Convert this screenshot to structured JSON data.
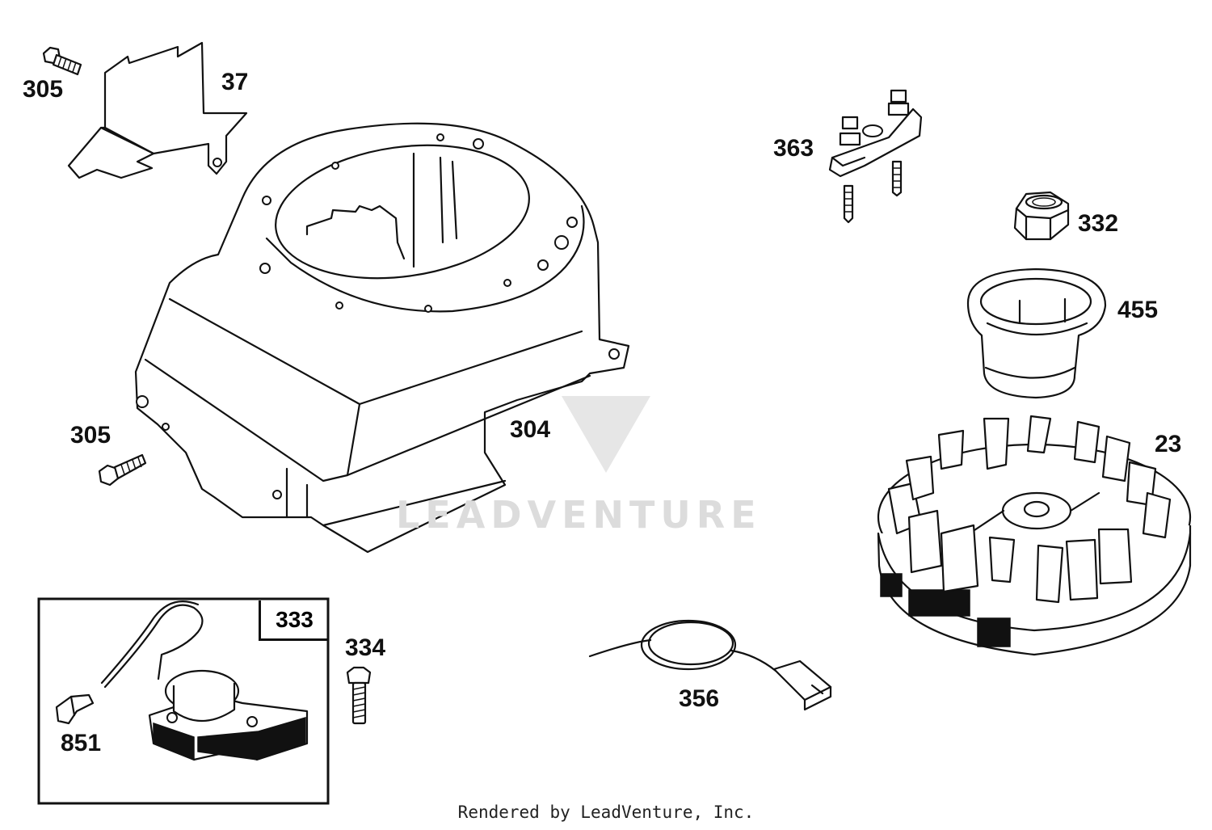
{
  "watermark": "LEADVENTURE",
  "footer": "Rendered by LeadVenture, Inc.",
  "part_labels": {
    "p305_top": "305",
    "p37": "37",
    "p305_left": "305",
    "p304": "304",
    "p363": "363",
    "p332": "332",
    "p455": "455",
    "p23": "23",
    "p333": "333",
    "p334": "334",
    "p851": "851",
    "p356": "356"
  },
  "parts": [
    {
      "label": "305",
      "icon": "bolt-icon"
    },
    {
      "label": "37",
      "icon": "air-guide-icon"
    },
    {
      "label": "304",
      "icon": "blower-housing-icon"
    },
    {
      "label": "363",
      "icon": "rectifier-bracket-icon"
    },
    {
      "label": "332",
      "icon": "hex-nut-icon"
    },
    {
      "label": "455",
      "icon": "starter-cup-icon"
    },
    {
      "label": "23",
      "icon": "flywheel-icon"
    },
    {
      "label": "333",
      "icon": "armature-icon"
    },
    {
      "label": "334",
      "icon": "screw-icon"
    },
    {
      "label": "851",
      "icon": "spark-plug-terminal-icon"
    },
    {
      "label": "356",
      "icon": "ground-wire-icon"
    }
  ]
}
